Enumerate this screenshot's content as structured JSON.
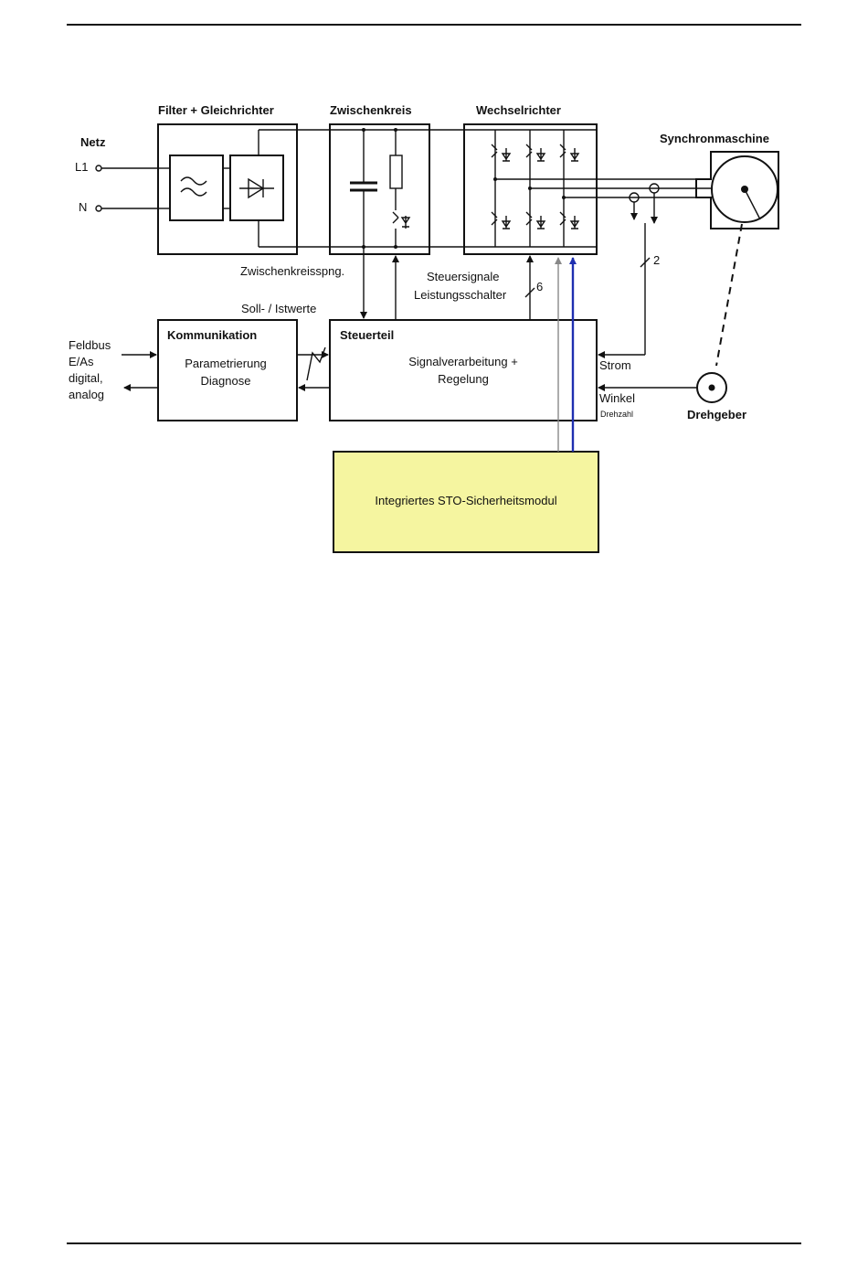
{
  "blocks": {
    "filter": {
      "title": "Filter + Gleichrichter"
    },
    "zwischenkreis": {
      "title": "Zwischenkreis"
    },
    "wechselrichter": {
      "title": "Wechselrichter"
    },
    "synchronmaschine": {
      "title": "Synchronmaschine"
    },
    "kommunikation": {
      "title": "Kommunikation",
      "line1": "Parametrierung",
      "line2": "Diagnose"
    },
    "steuerteil": {
      "title": "Steuerteil",
      "line1": "Signalverarbeitung +",
      "line2": "Regelung"
    },
    "sto": {
      "label": "Integriertes STO-Sicherheitsmodul",
      "fill": "#f5f5a0"
    },
    "drehgeber": {
      "title": "Drehgeber"
    }
  },
  "netz": {
    "title": "Netz",
    "l1": "L1",
    "n": "N"
  },
  "labels": {
    "zwischenkreisspng": "Zwischenkreisspng.",
    "steuersignale": "Steuersignale",
    "leistungsschalter": "Leistungsschalter",
    "six": "6",
    "two": "2",
    "sollistwerte": "Soll- / Istwerte",
    "strom": "Strom",
    "winkel": "Winkel",
    "drehzahl": "Drehzahl"
  },
  "feldbus": {
    "line1": "Feldbus",
    "line2": "E/As",
    "line3": "digital,",
    "line4": "analog"
  },
  "colors": {
    "sto_signal_blue": "#1f2fb0",
    "sto_signal_gray": "#888888"
  }
}
